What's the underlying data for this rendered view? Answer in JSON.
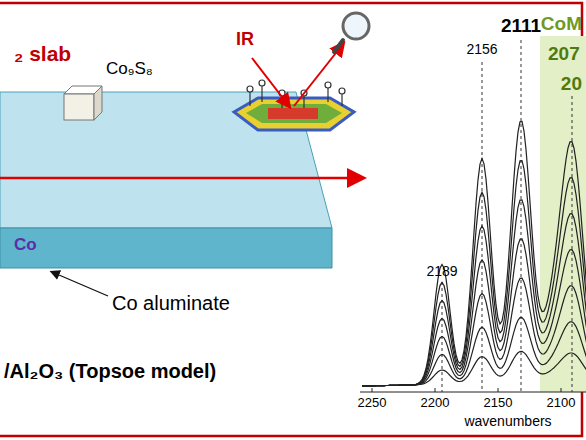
{
  "diagram": {
    "labels": [
      "₂ slab",
      "Co₉S₈",
      "IR",
      "Co",
      "Co aluminate",
      "/Al₂O₃ (Topsoe model)",
      "2111",
      "CoM",
      "207",
      "20",
      "2156",
      "2189",
      "2250",
      "2200",
      "2150",
      "2100",
      "wavenumbers"
    ]
  }
}
